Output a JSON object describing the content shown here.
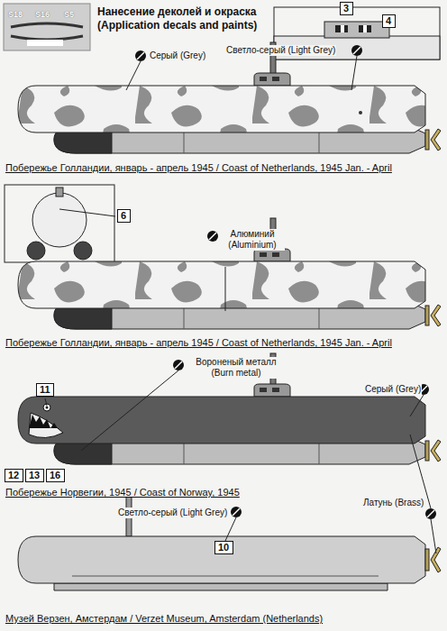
{
  "diagram": {
    "title": "Нанесение деколей и окраска (Application decals and paints)",
    "nodes": [
      {
        "text": [
          "3"
        ]
      },
      {
        "text": [
          "4"
        ]
      },
      {
        "text": [
          "6"
        ]
      },
      {
        "text": [
          "11"
        ]
      },
      {
        "text": [
          "12"
        ]
      },
      {
        "text": [
          "13"
        ]
      },
      {
        "text": [
          "16"
        ]
      },
      {
        "text": [
          "10"
        ]
      }
    ],
    "labels": [
      "S18",
      "S16",
      "S5",
      "Серый (Grey)",
      "Светло-серый (Light Grey)",
      "Побережье Голландии, январь - апрель 1945 / Coast of Netherlands, 1945 Jan. - April",
      "Алюминий (Aluminium)",
      "Побережье Голландии, январь - апрель 1945 / Coast of Netherlands, 1945 Jan. - April",
      "Вороненый металл (Burn metal)",
      "Серый (Grey)",
      "Побережье Норвегии, 1945 / Coast of Norway, 1945",
      "Латунь (Brass)",
      "Светло-серый (Light Grey)",
      "Музей Верзен, Амстердам / Verzet Museum, Amsterdam (Netherlands)"
    ]
  }
}
